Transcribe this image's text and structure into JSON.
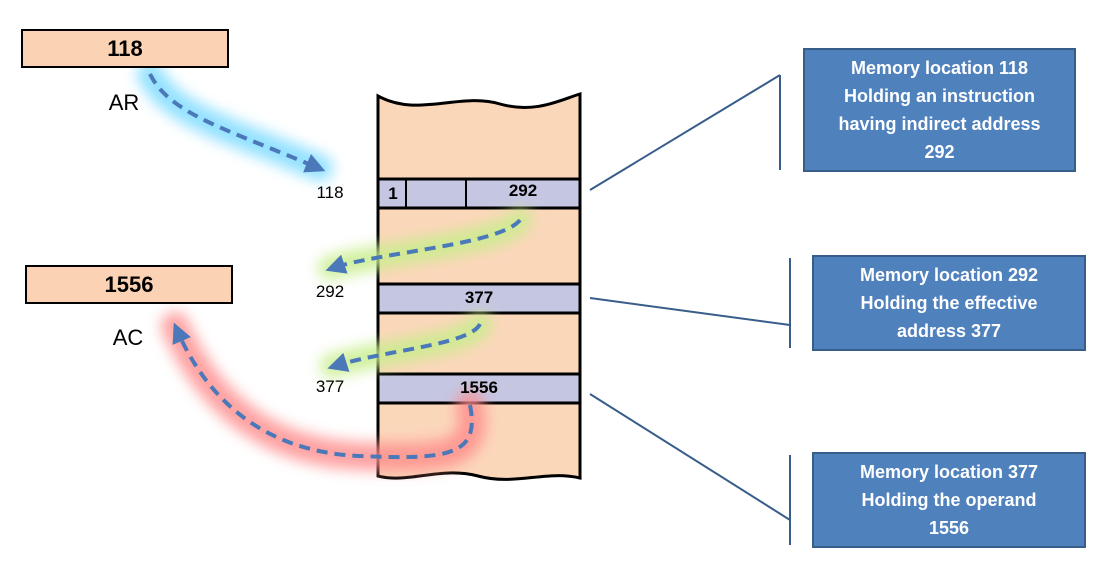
{
  "registers": {
    "ar": {
      "value": "118",
      "label": "AR"
    },
    "ac": {
      "value": "1556",
      "label": "AC"
    }
  },
  "memory": {
    "rows": [
      {
        "address": "118",
        "mode_bit": "1",
        "content": "292"
      },
      {
        "address": "292",
        "content": "377"
      },
      {
        "address": "377",
        "content": "1556"
      }
    ]
  },
  "callouts": [
    {
      "text": "Memory location 118\nHolding an instruction\nhaving indirect address\n292"
    },
    {
      "text": "Memory location 292\nHolding the effective\naddress 377"
    },
    {
      "text": "Memory location 377\nHolding the operand\n1556"
    }
  ],
  "colors": {
    "register_fill": "#fbd3b4",
    "memory_fill": "#fbd7ba",
    "word_fill": "#c5c6e2",
    "callout_fill": "#4f81bd",
    "arrow": "#4a78b8",
    "glow_blue": "#7fdcff",
    "glow_green": "#c8ee8c",
    "glow_red": "#ff8a8a"
  }
}
